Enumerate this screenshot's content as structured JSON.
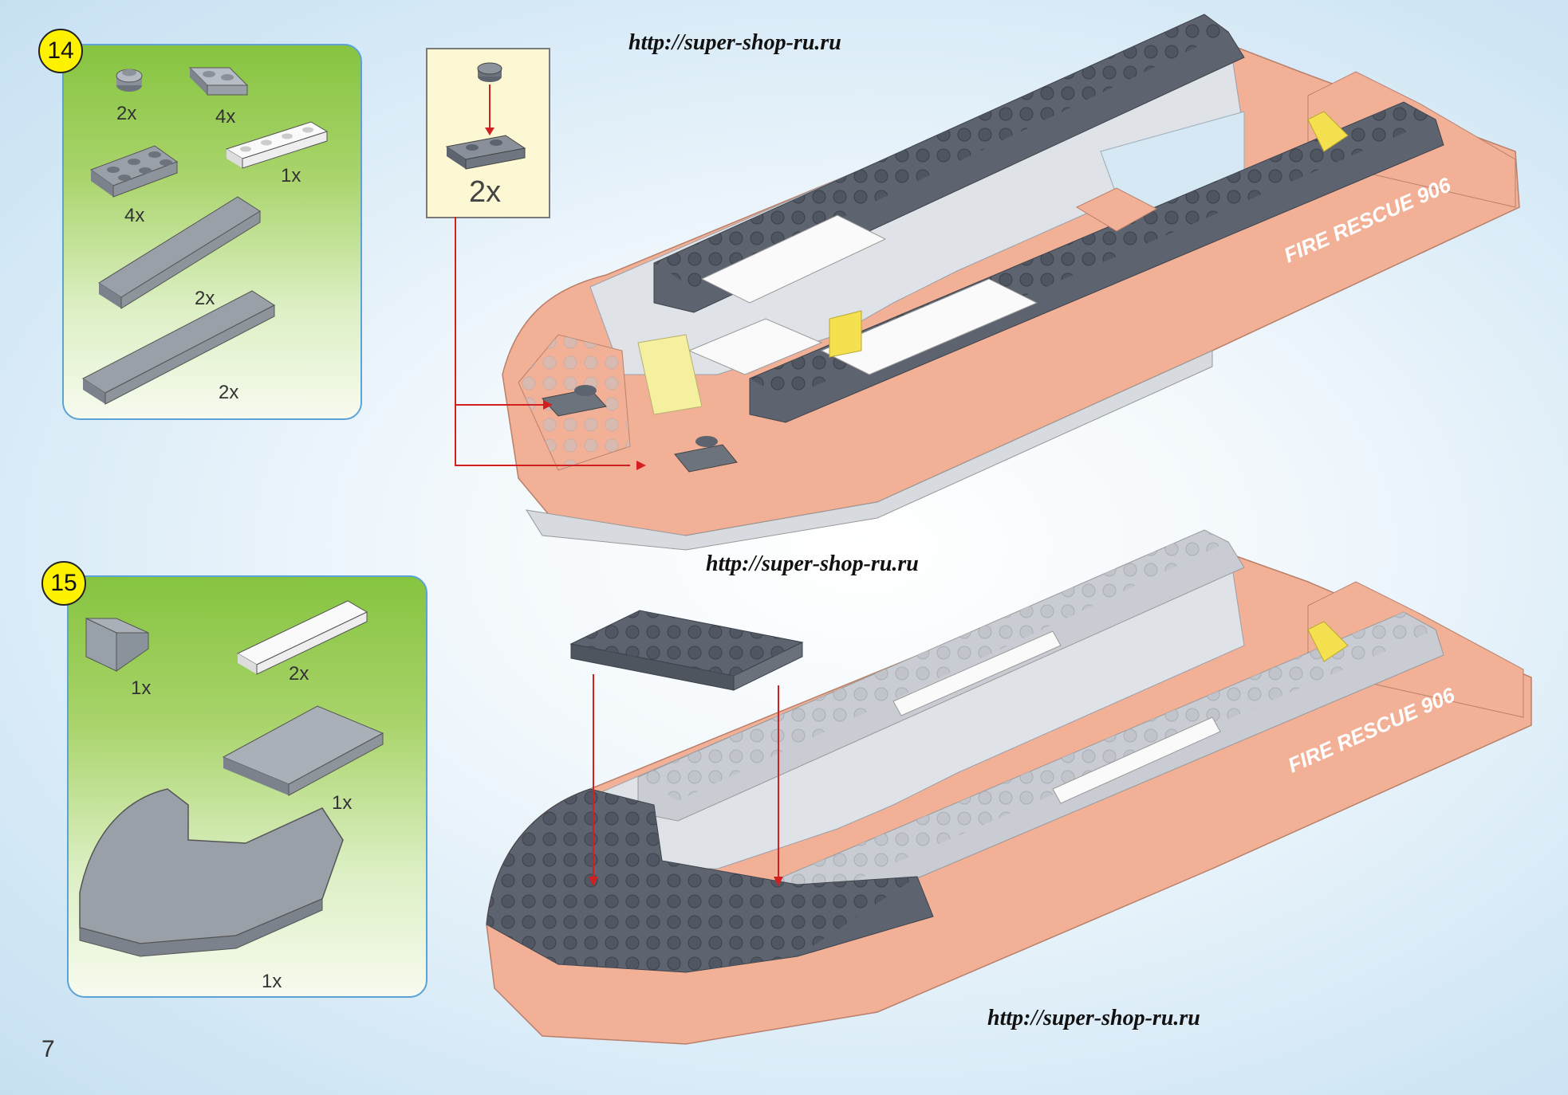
{
  "watermarks": [
    "http://super-shop-ru.ru",
    "http://super-shop-ru.ru",
    "http://super-shop-ru.ru"
  ],
  "step14": {
    "number": "14",
    "parts": [
      {
        "name": "round-plate-1x1",
        "qty": "2x"
      },
      {
        "name": "plate-1x2",
        "qty": "4x"
      },
      {
        "name": "plate-1x4-white",
        "qty": "1x"
      },
      {
        "name": "plate-2x3",
        "qty": "4x"
      },
      {
        "name": "plate-2x8",
        "qty": "2x"
      },
      {
        "name": "plate-2x8-long",
        "qty": "2x"
      }
    ],
    "callout": {
      "qty": "2x"
    }
  },
  "step15": {
    "number": "15",
    "parts": [
      {
        "name": "slope-brick",
        "qty": "1x"
      },
      {
        "name": "plate-1x6-white",
        "qty": "2x"
      },
      {
        "name": "plate-4x6",
        "qty": "1x"
      },
      {
        "name": "bow-wedge-plate",
        "qty": "1x"
      }
    ]
  },
  "boat_label": "FIRE RESCUE 906",
  "page_number": "7",
  "colors": {
    "accent_red": "#d22020",
    "hull_salmon": "#f2b097",
    "dark_grey": "#5d6470",
    "light_grey": "#c9ccd2",
    "yellow": "#f5f0a0"
  }
}
